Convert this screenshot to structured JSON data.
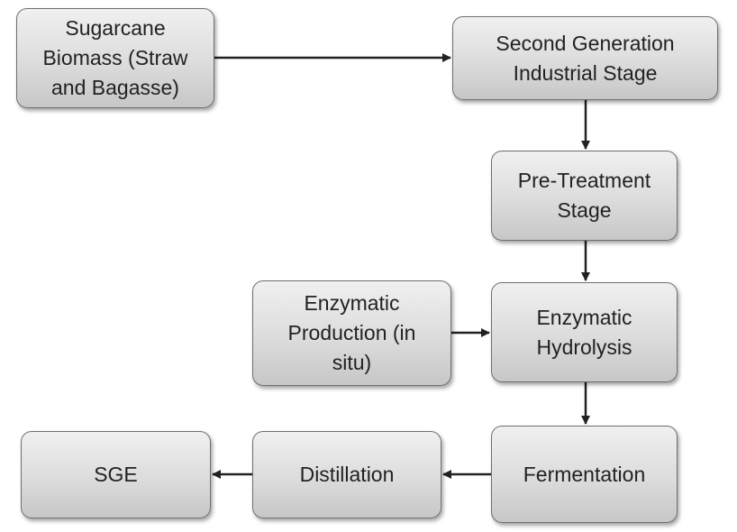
{
  "diagram": {
    "nodes": {
      "biomass": "Sugarcane\nBiomass (Straw\nand Bagasse)",
      "second_generation": "Second Generation\nIndustrial Stage",
      "pretreatment": "Pre-Treatment\nStage",
      "enzymatic_production": "Enzymatic\nProduction (in\nsitu)",
      "enzymatic_hydrolysis": "Enzymatic\nHydrolysis",
      "fermentation": "Fermentation",
      "distillation": "Distillation",
      "sge": "SGE"
    },
    "edges": [
      {
        "from": "biomass",
        "to": "second_generation"
      },
      {
        "from": "second_generation",
        "to": "pretreatment"
      },
      {
        "from": "pretreatment",
        "to": "enzymatic_hydrolysis"
      },
      {
        "from": "enzymatic_production",
        "to": "enzymatic_hydrolysis"
      },
      {
        "from": "enzymatic_hydrolysis",
        "to": "fermentation"
      },
      {
        "from": "fermentation",
        "to": "distillation"
      },
      {
        "from": "distillation",
        "to": "sge"
      }
    ],
    "colors": {
      "node_fill_top": "#f0f0f0",
      "node_fill_bottom": "#c7c7c7",
      "node_border": "#6f6f6f",
      "arrow": "#222222",
      "text": "#222222"
    }
  }
}
